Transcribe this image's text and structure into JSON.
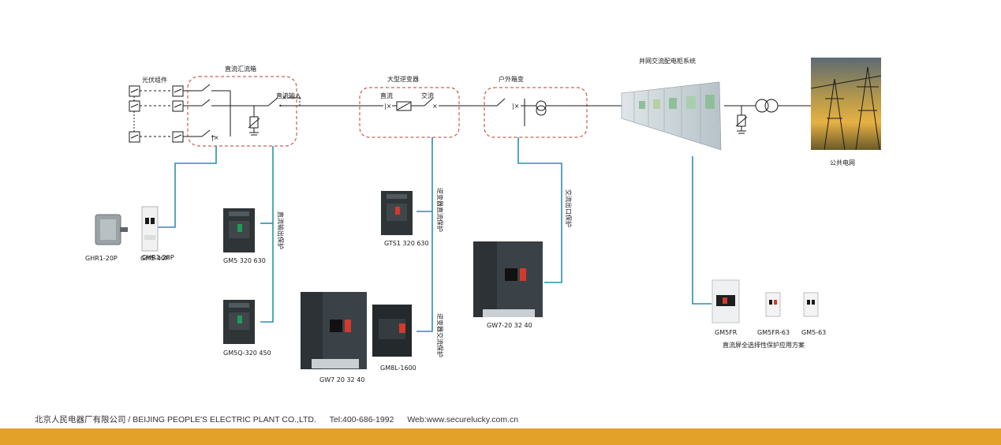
{
  "colors": {
    "line": "#1a1a1a",
    "dashed_box": "#c0392b",
    "connector": "#2a8fb0",
    "footer_bar": "#e3a12a"
  },
  "labels": {
    "pv_array": "光伏组件",
    "dc_combiner": "直流汇流箱",
    "central_inverter": "大型逆变器",
    "outdoor_transformer": "户外箱变",
    "grid_cabinet": "并网交流配电柜系统",
    "public_grid": "公共电网",
    "dc_input": "直流输入",
    "dc_side": "直流",
    "ac_side": "交流",
    "dc_output_protection": "直流输出保护",
    "inverter_dc_protection": "逆变器直流保护",
    "inverter_ac_protection": "逆变器交流保护",
    "ac_outlet_protection": "交流出口保护",
    "dc_solution": "直流屏全选择性保护应用方案"
  },
  "products": {
    "ghr1": "GHR1-20P",
    "gm5_40p": "GM5-40P",
    "gm5_320": "GM5 320 630",
    "gm5q": "GM5Q-320 450",
    "gts1": "GTS1 320 630",
    "gw7_main": "GW7-20 32 40",
    "gw7_left": "GW7 20 32 40",
    "gm8l": "GM8L-1600",
    "gm5fr": "GM5FR",
    "gm5fr_63": "GM5FR-63",
    "gm5_63": "GM5-63"
  },
  "footer": {
    "company": "北京人民电器厂有限公司 / BEIJING PEOPLE'S ELECTRIC PLANT CO.,LTD.",
    "tel": "Tel:400-686-1992",
    "web": "Web:www.securelucky.com.cn"
  }
}
